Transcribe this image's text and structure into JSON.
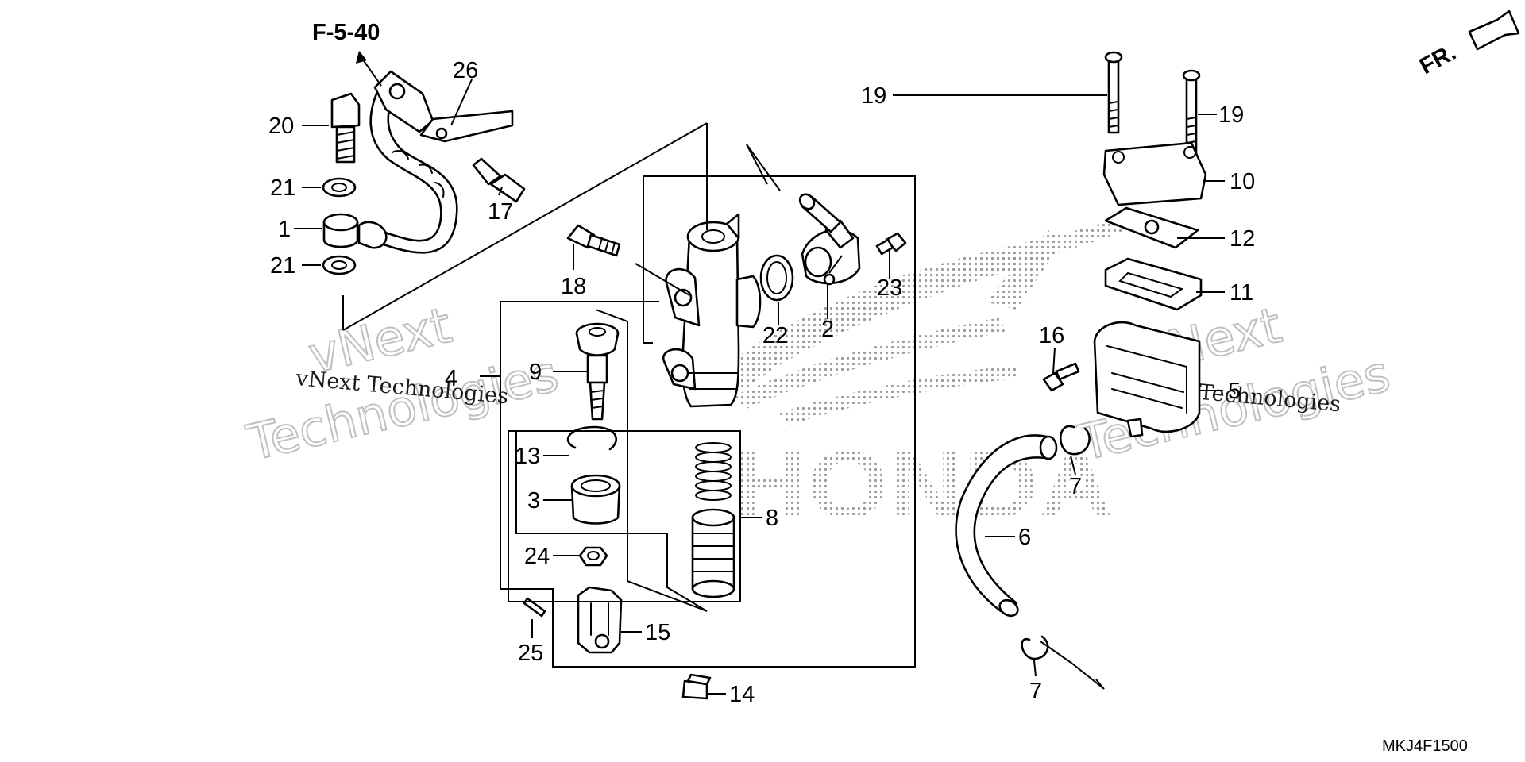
{
  "diagram": {
    "reference": "F-5-40",
    "drawing_code": "MKJ4F1500",
    "front_marker": "FR.",
    "logo": "HONDA",
    "watermark": {
      "large_line1": "vNext",
      "large_line2": "Technologies",
      "small": "vNext Technologies"
    },
    "callouts": {
      "p1": "1",
      "p2": "2",
      "p3": "3",
      "p4": "4",
      "p5": "5",
      "p6": "6",
      "p7a": "7",
      "p7b": "7",
      "p8": "8",
      "p9": "9",
      "p10": "10",
      "p11": "11",
      "p12": "12",
      "p13": "13",
      "p14": "14",
      "p15": "15",
      "p16": "16",
      "p17": "17",
      "p18": "18",
      "p19a": "19",
      "p19b": "19",
      "p20": "20",
      "p21a": "21",
      "p21b": "21",
      "p22": "22",
      "p23": "23",
      "p24": "24",
      "p25": "25",
      "p26": "26"
    }
  }
}
